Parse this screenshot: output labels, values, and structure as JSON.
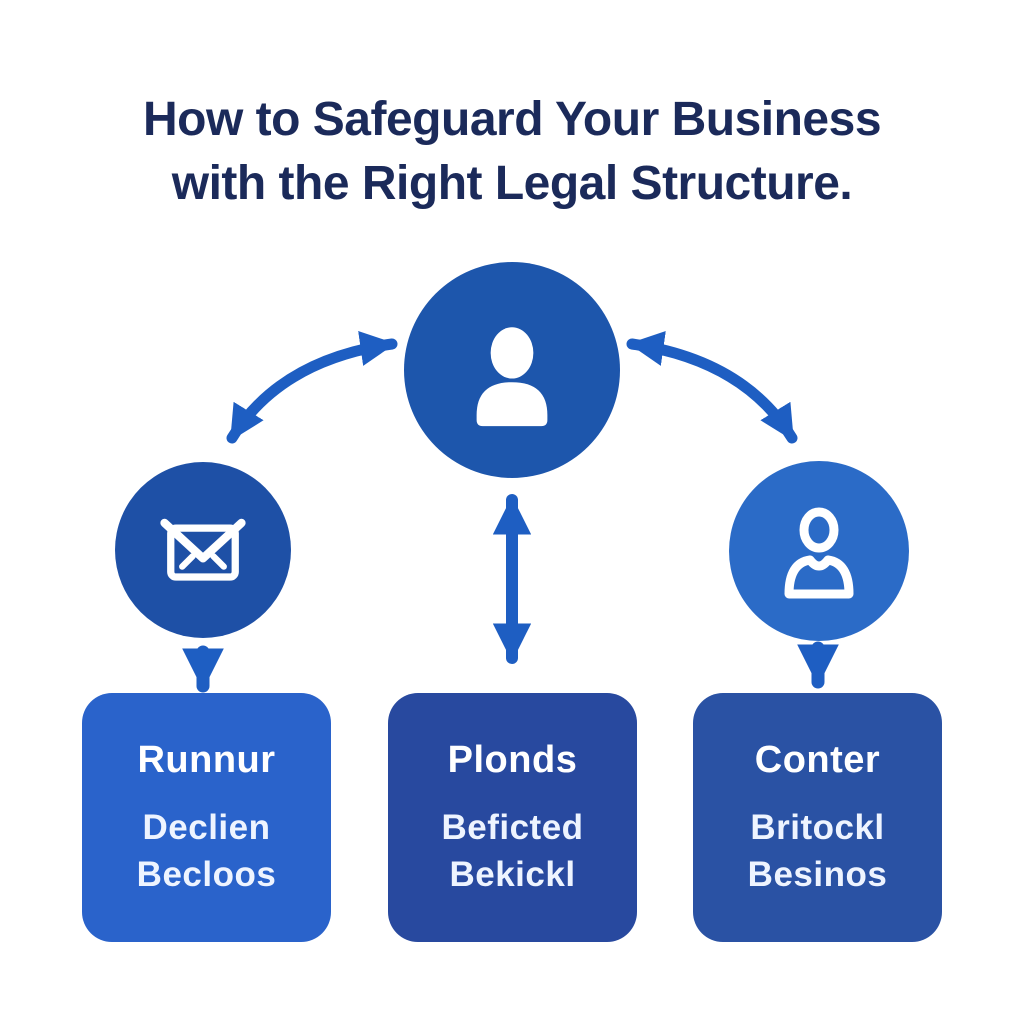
{
  "title": {
    "line1": "How to Safeguard Your Business",
    "line2": "with the Right Legal Structure."
  },
  "diagram": {
    "nodes": [
      {
        "id": "left",
        "icon": "envelope-icon"
      },
      {
        "id": "center",
        "icon": "person-silhouette-icon"
      },
      {
        "id": "right",
        "icon": "person-outline-icon"
      }
    ],
    "connectors": [
      "left-curved-double-arrow",
      "right-curved-double-arrow",
      "vertical-double-arrow",
      "left-down-arrow",
      "right-down-arrow"
    ]
  },
  "boxes": [
    {
      "heading": "Runnur",
      "line1": "Declien",
      "line2": "Becloos"
    },
    {
      "heading": "Plonds",
      "line1": "Beficted",
      "line2": "Bekickl"
    },
    {
      "heading": "Conter",
      "line1": "Britockl",
      "line2": "Besinos"
    }
  ],
  "colors": {
    "title-text": "#1b2a5a",
    "arrow": "#1e5ec2",
    "circle-left": "#1e50a6",
    "circle-center": "#1d56ac",
    "circle-right": "#2b6bc7",
    "box-left": "#2a63cb",
    "box-middle": "#28499f",
    "box-right": "#2a52a4",
    "icon": "#ffffff",
    "background": "#ffffff"
  }
}
